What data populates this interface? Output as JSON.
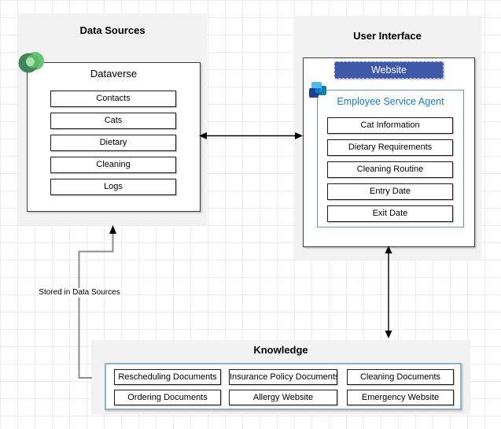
{
  "data_sources": {
    "title": "Data Sources",
    "icon": "dataverse-icon",
    "dataverse": {
      "title": "Dataverse",
      "rows": [
        "Contacts",
        "Cats",
        "Dietary",
        "Cleaning",
        "Logs"
      ]
    }
  },
  "user_interface": {
    "title": "User Interface",
    "website_label": "Website",
    "agent": {
      "icon": "copilot-agent-icon",
      "title": "Employee Service Agent",
      "rows": [
        "Cat Information",
        "Dietary Requirements",
        "Cleaning Routine",
        "Entry Date",
        "Exit Date"
      ]
    }
  },
  "knowledge": {
    "title": "Knowledge",
    "items": [
      "Rescheduling Documents",
      "Insurance Policy Documents",
      "Cleaning Documents",
      "Ordering Documents",
      "Allergy Website",
      "Emergency Website"
    ]
  },
  "edges": {
    "stored_in_label": "Stored in Data Sources",
    "data_sources_user_interface": "bidirectional-arrow",
    "user_interface_knowledge": "bidirectional-arrow"
  },
  "colors": {
    "container_bg": "#F2F2F2",
    "website_bar": "#3F58A8",
    "agent_title_text": "#1F7BB6",
    "agent_box_border": "#6B96AE",
    "knowledge_box_border": "#92B1C4",
    "dataverse_greens": [
      "#41855A",
      "#66C274",
      "#A8E0A8"
    ],
    "copilot_blues": [
      "#54B6EA",
      "#0E7FA6",
      "#1D3F94"
    ],
    "edge_black": "#000000",
    "edge_gray": "#8C8C8C"
  }
}
